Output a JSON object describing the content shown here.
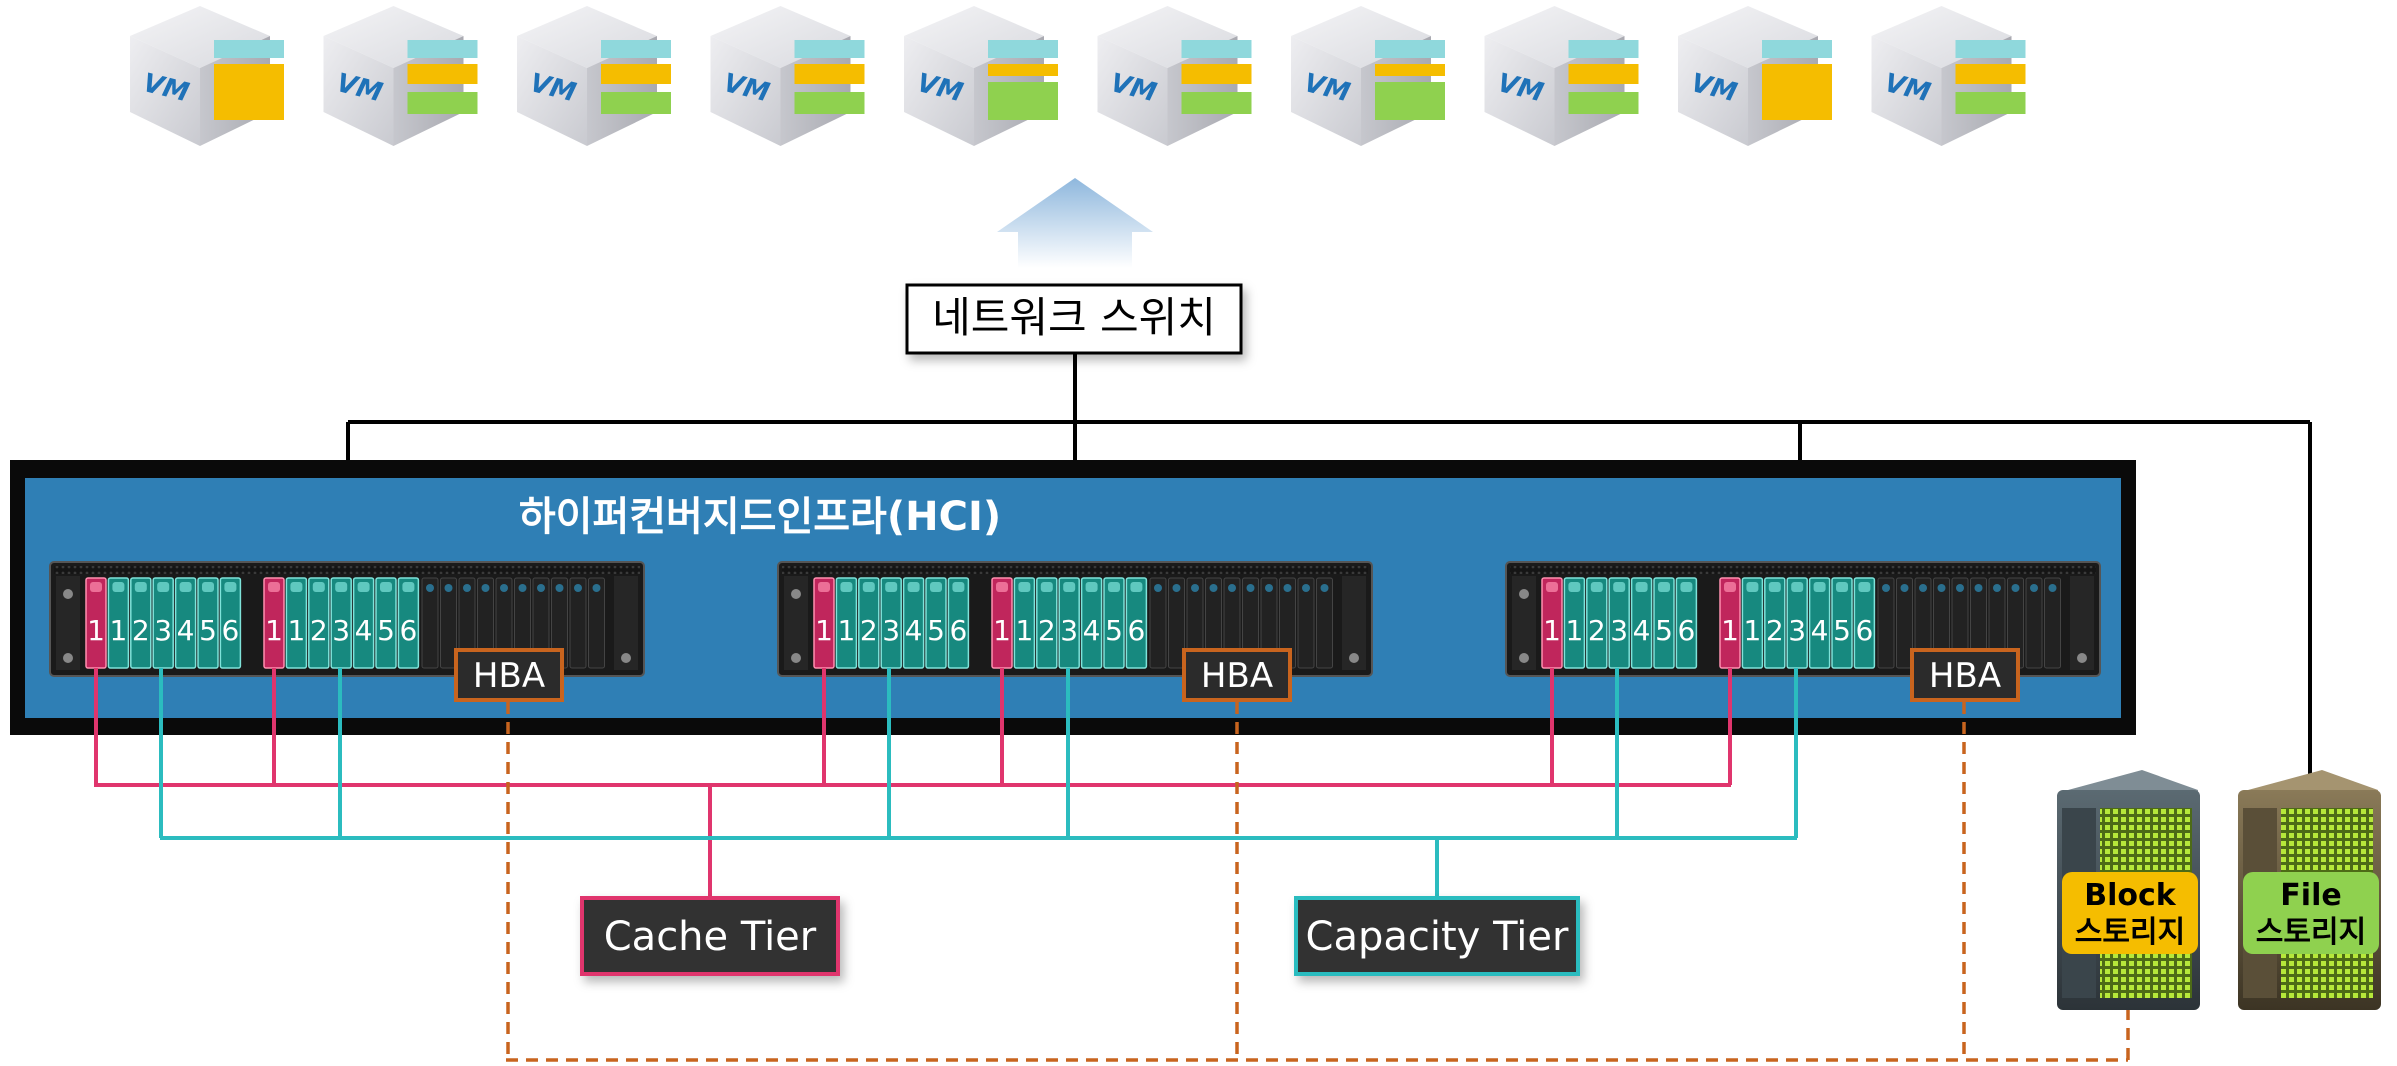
{
  "diagram": {
    "vm_label": "VM",
    "vm_count": 10,
    "vm_panel_variants": [
      "yellow",
      "yellow-green",
      "yellow-green",
      "yellow-green",
      "green",
      "yellow-green",
      "green",
      "yellow-green",
      "yellow",
      "yellow-green"
    ],
    "network_switch_label": "네트워크 스위치",
    "hci_label": "하이퍼컨버지드인프라(HCI)",
    "server_count": 3,
    "disk_group_labels": [
      "1",
      "1",
      "2",
      "3",
      "4",
      "5",
      "6"
    ],
    "hba_label": "HBA",
    "cache_tier_label": "Cache Tier",
    "capacity_tier_label": "Capacity Tier",
    "block_storage": {
      "line1": "Block",
      "line2": "스토리지"
    },
    "file_storage": {
      "line1": "File",
      "line2": "스토리지"
    },
    "colors": {
      "hci_background": "#2f7fb5",
      "cache_line": "#e0356d",
      "capacity_line": "#2bbcbf",
      "hba_border": "#c8641e",
      "hba_dashed_line": "#c8641e",
      "vm_yellow": "#f5bd00",
      "vm_green": "#8fd14f",
      "vm_cyan": "#8fd8dc",
      "block_badge": "#f5bd00",
      "file_badge": "#8fd14f"
    }
  }
}
